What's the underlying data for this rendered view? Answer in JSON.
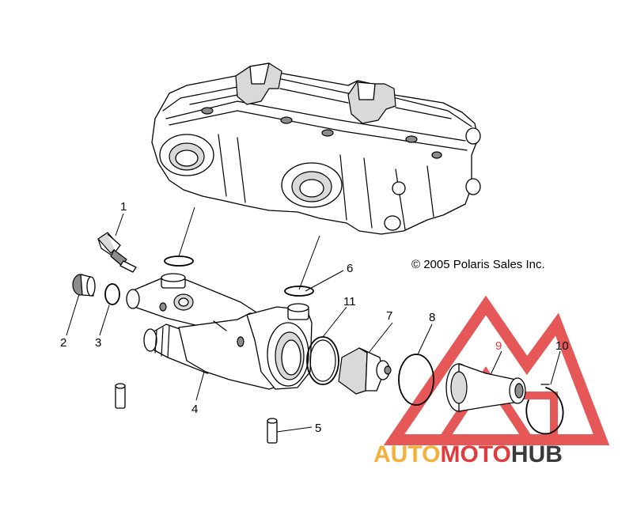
{
  "copyright": "© 2005 Polaris Sales Inc.",
  "watermark": {
    "word_part1": "AUTO",
    "word_part2": "MOTO",
    "word_part3": "HUB",
    "color_auto": "#f5b03a",
    "color_moto": "#e23b3b",
    "color_hub": "#3a3a3a",
    "triangle_color": "#e23b3b"
  },
  "callouts": [
    {
      "id": "1",
      "label": "1"
    },
    {
      "id": "2",
      "label": "2"
    },
    {
      "id": "3",
      "label": "3"
    },
    {
      "id": "4",
      "label": "4"
    },
    {
      "id": "5",
      "label": "5"
    },
    {
      "id": "6",
      "label": "6"
    },
    {
      "id": "7",
      "label": "7"
    },
    {
      "id": "8",
      "label": "8"
    },
    {
      "id": "9",
      "label": "9"
    },
    {
      "id": "10",
      "label": "10"
    },
    {
      "id": "11",
      "label": "11"
    }
  ]
}
